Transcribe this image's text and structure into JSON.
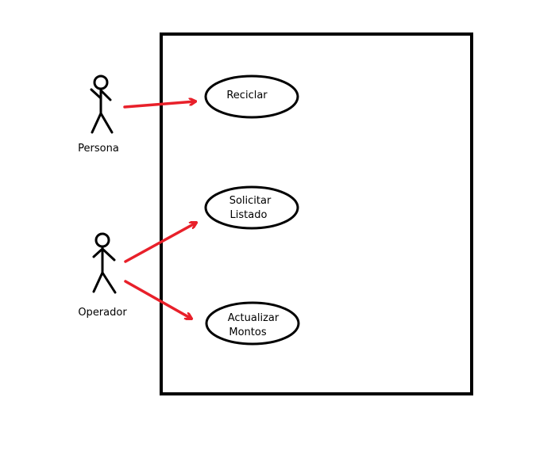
{
  "diagram": {
    "actors": [
      {
        "name": "Persona"
      },
      {
        "name": "Operador"
      }
    ],
    "use_cases": [
      {
        "lines": [
          "Reciclar"
        ]
      },
      {
        "lines": [
          "Solicitar",
          "Listado"
        ]
      },
      {
        "lines": [
          "Actualizar",
          "Montos"
        ]
      }
    ],
    "associations": [
      {
        "from": "Persona",
        "to": "Reciclar"
      },
      {
        "from": "Operador",
        "to": "Solicitar Listado"
      },
      {
        "from": "Operador",
        "to": "Actualizar Montos"
      }
    ],
    "colors": {
      "stroke": "#000000",
      "arrow": "#e8202a",
      "background": "#ffffff"
    }
  }
}
